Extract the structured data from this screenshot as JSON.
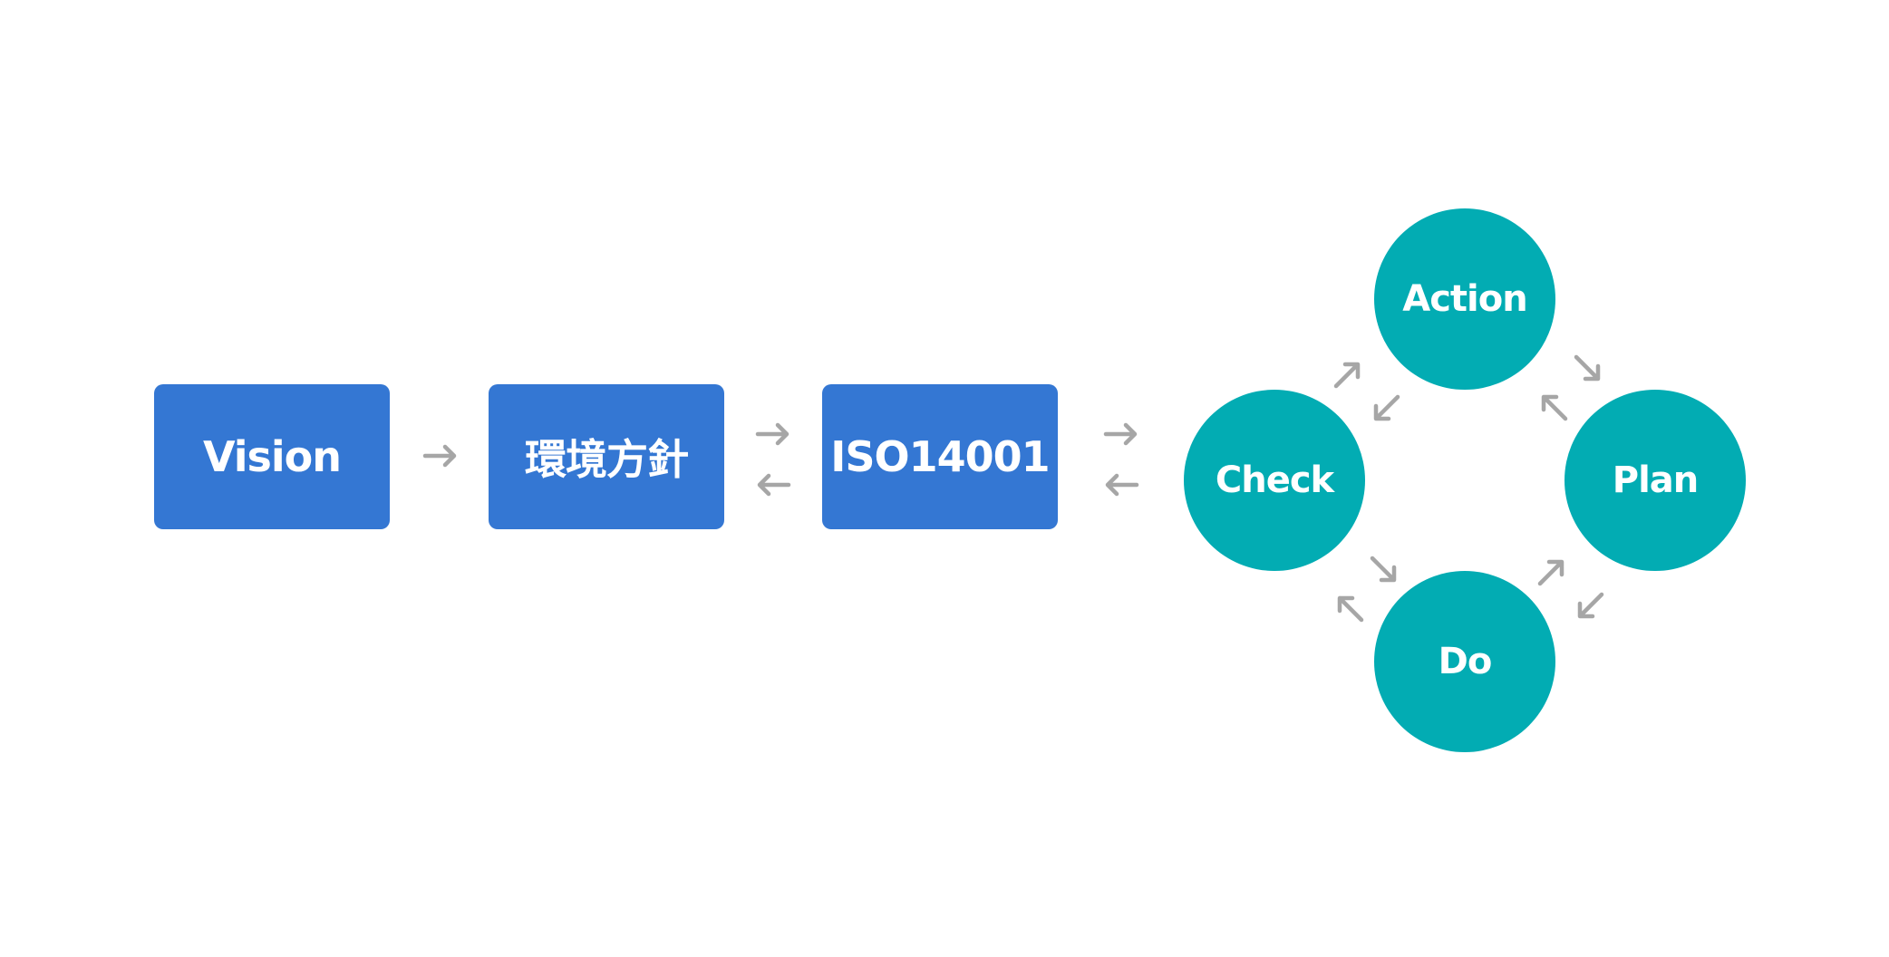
{
  "diagram": {
    "boxes": {
      "vision": "Vision",
      "policy": "環境方針",
      "iso": "ISO14001"
    },
    "cycle": {
      "action": "Action",
      "check": "Check",
      "plan": "Plan",
      "do": "Do"
    },
    "colors": {
      "box": "#3477d3",
      "circle": "#02acb3",
      "arrow": "#a6a6a6",
      "text": "#ffffff"
    }
  }
}
